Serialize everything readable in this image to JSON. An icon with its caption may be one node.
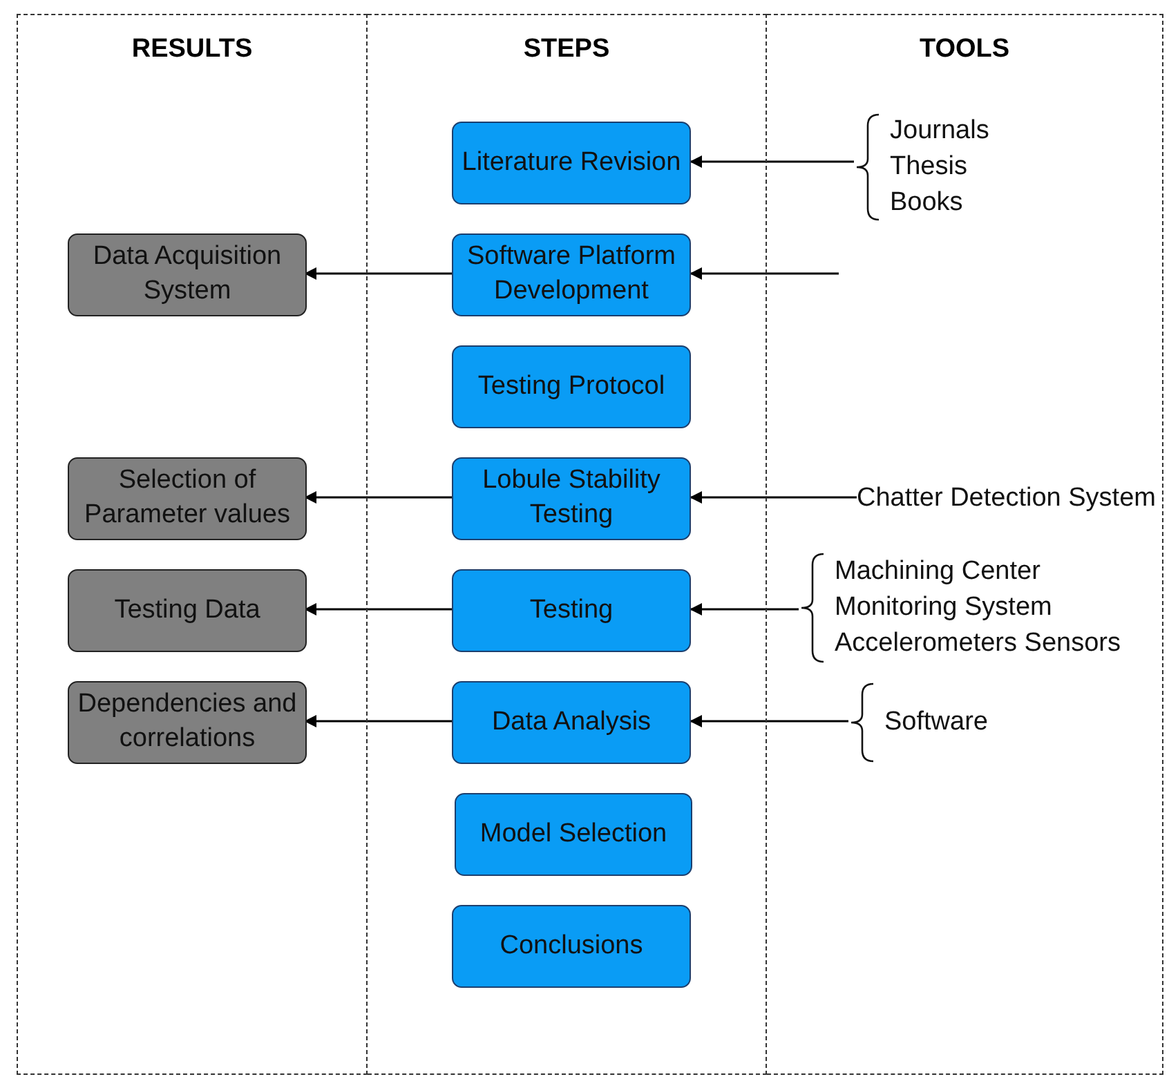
{
  "diagram": {
    "nodes": [
      {
        "text": [
          "RESULTS"
        ]
      },
      {
        "text": [
          "STEPS"
        ]
      },
      {
        "text": [
          "TOOLS"
        ]
      },
      {
        "text": [
          "Literature Revision"
        ],
        "in": 1
      },
      {
        "text": [
          "Software Platform Development"
        ],
        "in": 1
      },
      {
        "text": [
          "Testing Protocol"
        ],
        "in": 1
      },
      {
        "text": [
          "Lobule Stability Testing"
        ],
        "in": 1
      },
      {
        "text": [
          "Testing"
        ],
        "in": 1
      },
      {
        "text": [
          "Data Analysis"
        ],
        "in": 1
      },
      {
        "text": [
          "Model Selection"
        ],
        "in": 1
      },
      {
        "text": [
          "Conclusions"
        ],
        "in": 1
      },
      {
        "text": [
          "Data Acquisition System"
        ],
        "in": 0
      },
      {
        "text": [
          "Selection of Parameter values"
        ],
        "in": 0
      },
      {
        "text": [
          "Testing Data"
        ],
        "in": 0
      },
      {
        "text": [
          "Dependencies and correlations"
        ],
        "in": 0
      },
      {
        "text": [
          "Journals",
          "Thesis",
          "Books"
        ],
        "in": 2
      },
      {
        "text": [
          "Chatter Detection System"
        ],
        "in": 2
      },
      {
        "text": [
          "Machining Center",
          "Monitoring System",
          "Accelerometers Sensors"
        ],
        "in": 2
      },
      {
        "text": [
          "Software"
        ],
        "in": 2
      }
    ],
    "edges": [
      {
        "from": 15,
        "to": 3,
        "arrow": "to"
      },
      {
        "from": null,
        "to": 4,
        "arrow": "to"
      },
      {
        "from": 16,
        "to": 6,
        "arrow": "to"
      },
      {
        "from": 17,
        "to": 7,
        "arrow": "to"
      },
      {
        "from": 18,
        "to": 8,
        "arrow": "to"
      },
      {
        "from": 4,
        "to": 11,
        "arrow": "to"
      },
      {
        "from": 6,
        "to": 12,
        "arrow": "to"
      },
      {
        "from": 7,
        "to": 13,
        "arrow": "to"
      },
      {
        "from": 8,
        "to": 14,
        "arrow": "to"
      }
    ]
  }
}
